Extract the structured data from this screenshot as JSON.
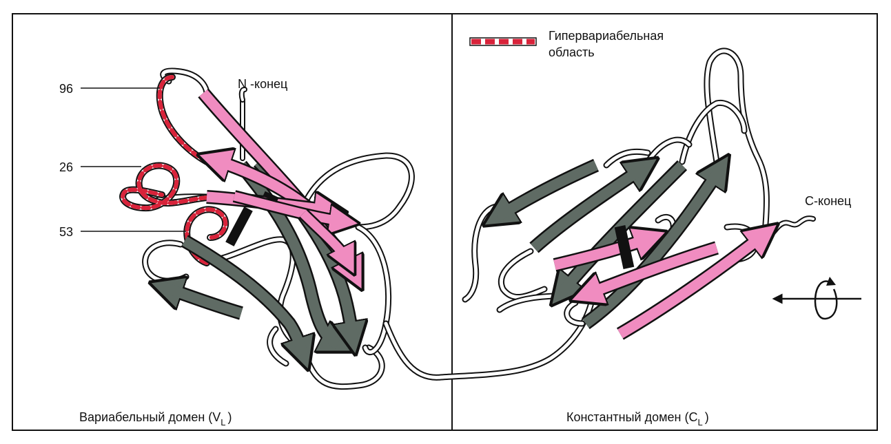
{
  "legend": {
    "label_line1": "Гипервариабельная",
    "label_line2": "область"
  },
  "labels": {
    "n_terminus": "N -конец",
    "c_terminus": "С-конец",
    "residue_96": "96",
    "residue_26": "26",
    "residue_53": "53"
  },
  "domains": {
    "variable": {
      "name": "Вариабельный домен (V",
      "subscript": "L",
      "close": ")"
    },
    "constant": {
      "name": "Константный домен (C",
      "subscript": "L",
      "close": ")"
    }
  },
  "colors": {
    "pink": "#f08cc0",
    "gray": "#5f6b64",
    "red": "#d8233a",
    "outline": "#111111"
  },
  "icons": {
    "rotation": "rotation-arrow-icon"
  }
}
